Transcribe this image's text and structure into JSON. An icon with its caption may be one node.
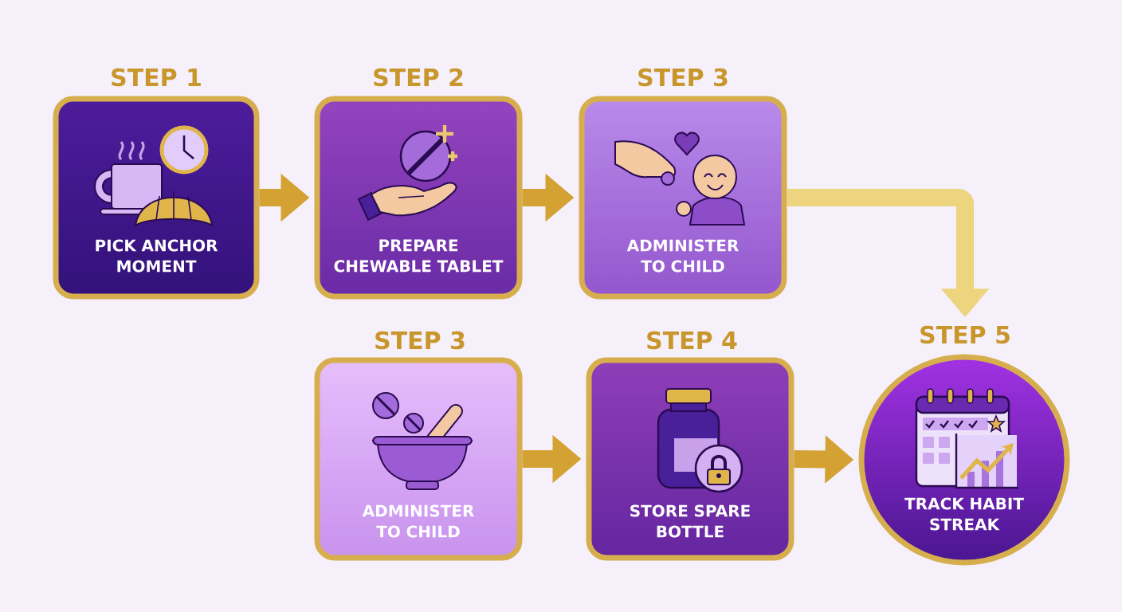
{
  "diagram": {
    "nodes": [
      {
        "text": [
          "STEP 1",
          "PICK ANCHOR MOMENT"
        ]
      },
      {
        "text": [
          "STEP 2",
          "PREPARE CHEWABLE TABLET"
        ]
      },
      {
        "text": [
          "STEP 3",
          "ADMINISTER TO CHILD"
        ]
      },
      {
        "text": [
          "STEP 3",
          "ADMINISTER TO CHILD"
        ]
      },
      {
        "text": [
          "STEP 4",
          "STORE SPARE BOTTLE"
        ]
      },
      {
        "text": [
          "STEP 5",
          "TRACK HABIT STREAK"
        ]
      }
    ],
    "edges": [
      {
        "from": 0,
        "to": 1,
        "arrow": "to"
      },
      {
        "from": 1,
        "to": 2,
        "arrow": "to"
      },
      {
        "from": 2,
        "to": 5,
        "arrow": "to",
        "color": "#edd47f"
      },
      {
        "from": 3,
        "to": 4,
        "arrow": "to"
      },
      {
        "from": 4,
        "to": 5,
        "arrow": "to"
      }
    ]
  }
}
